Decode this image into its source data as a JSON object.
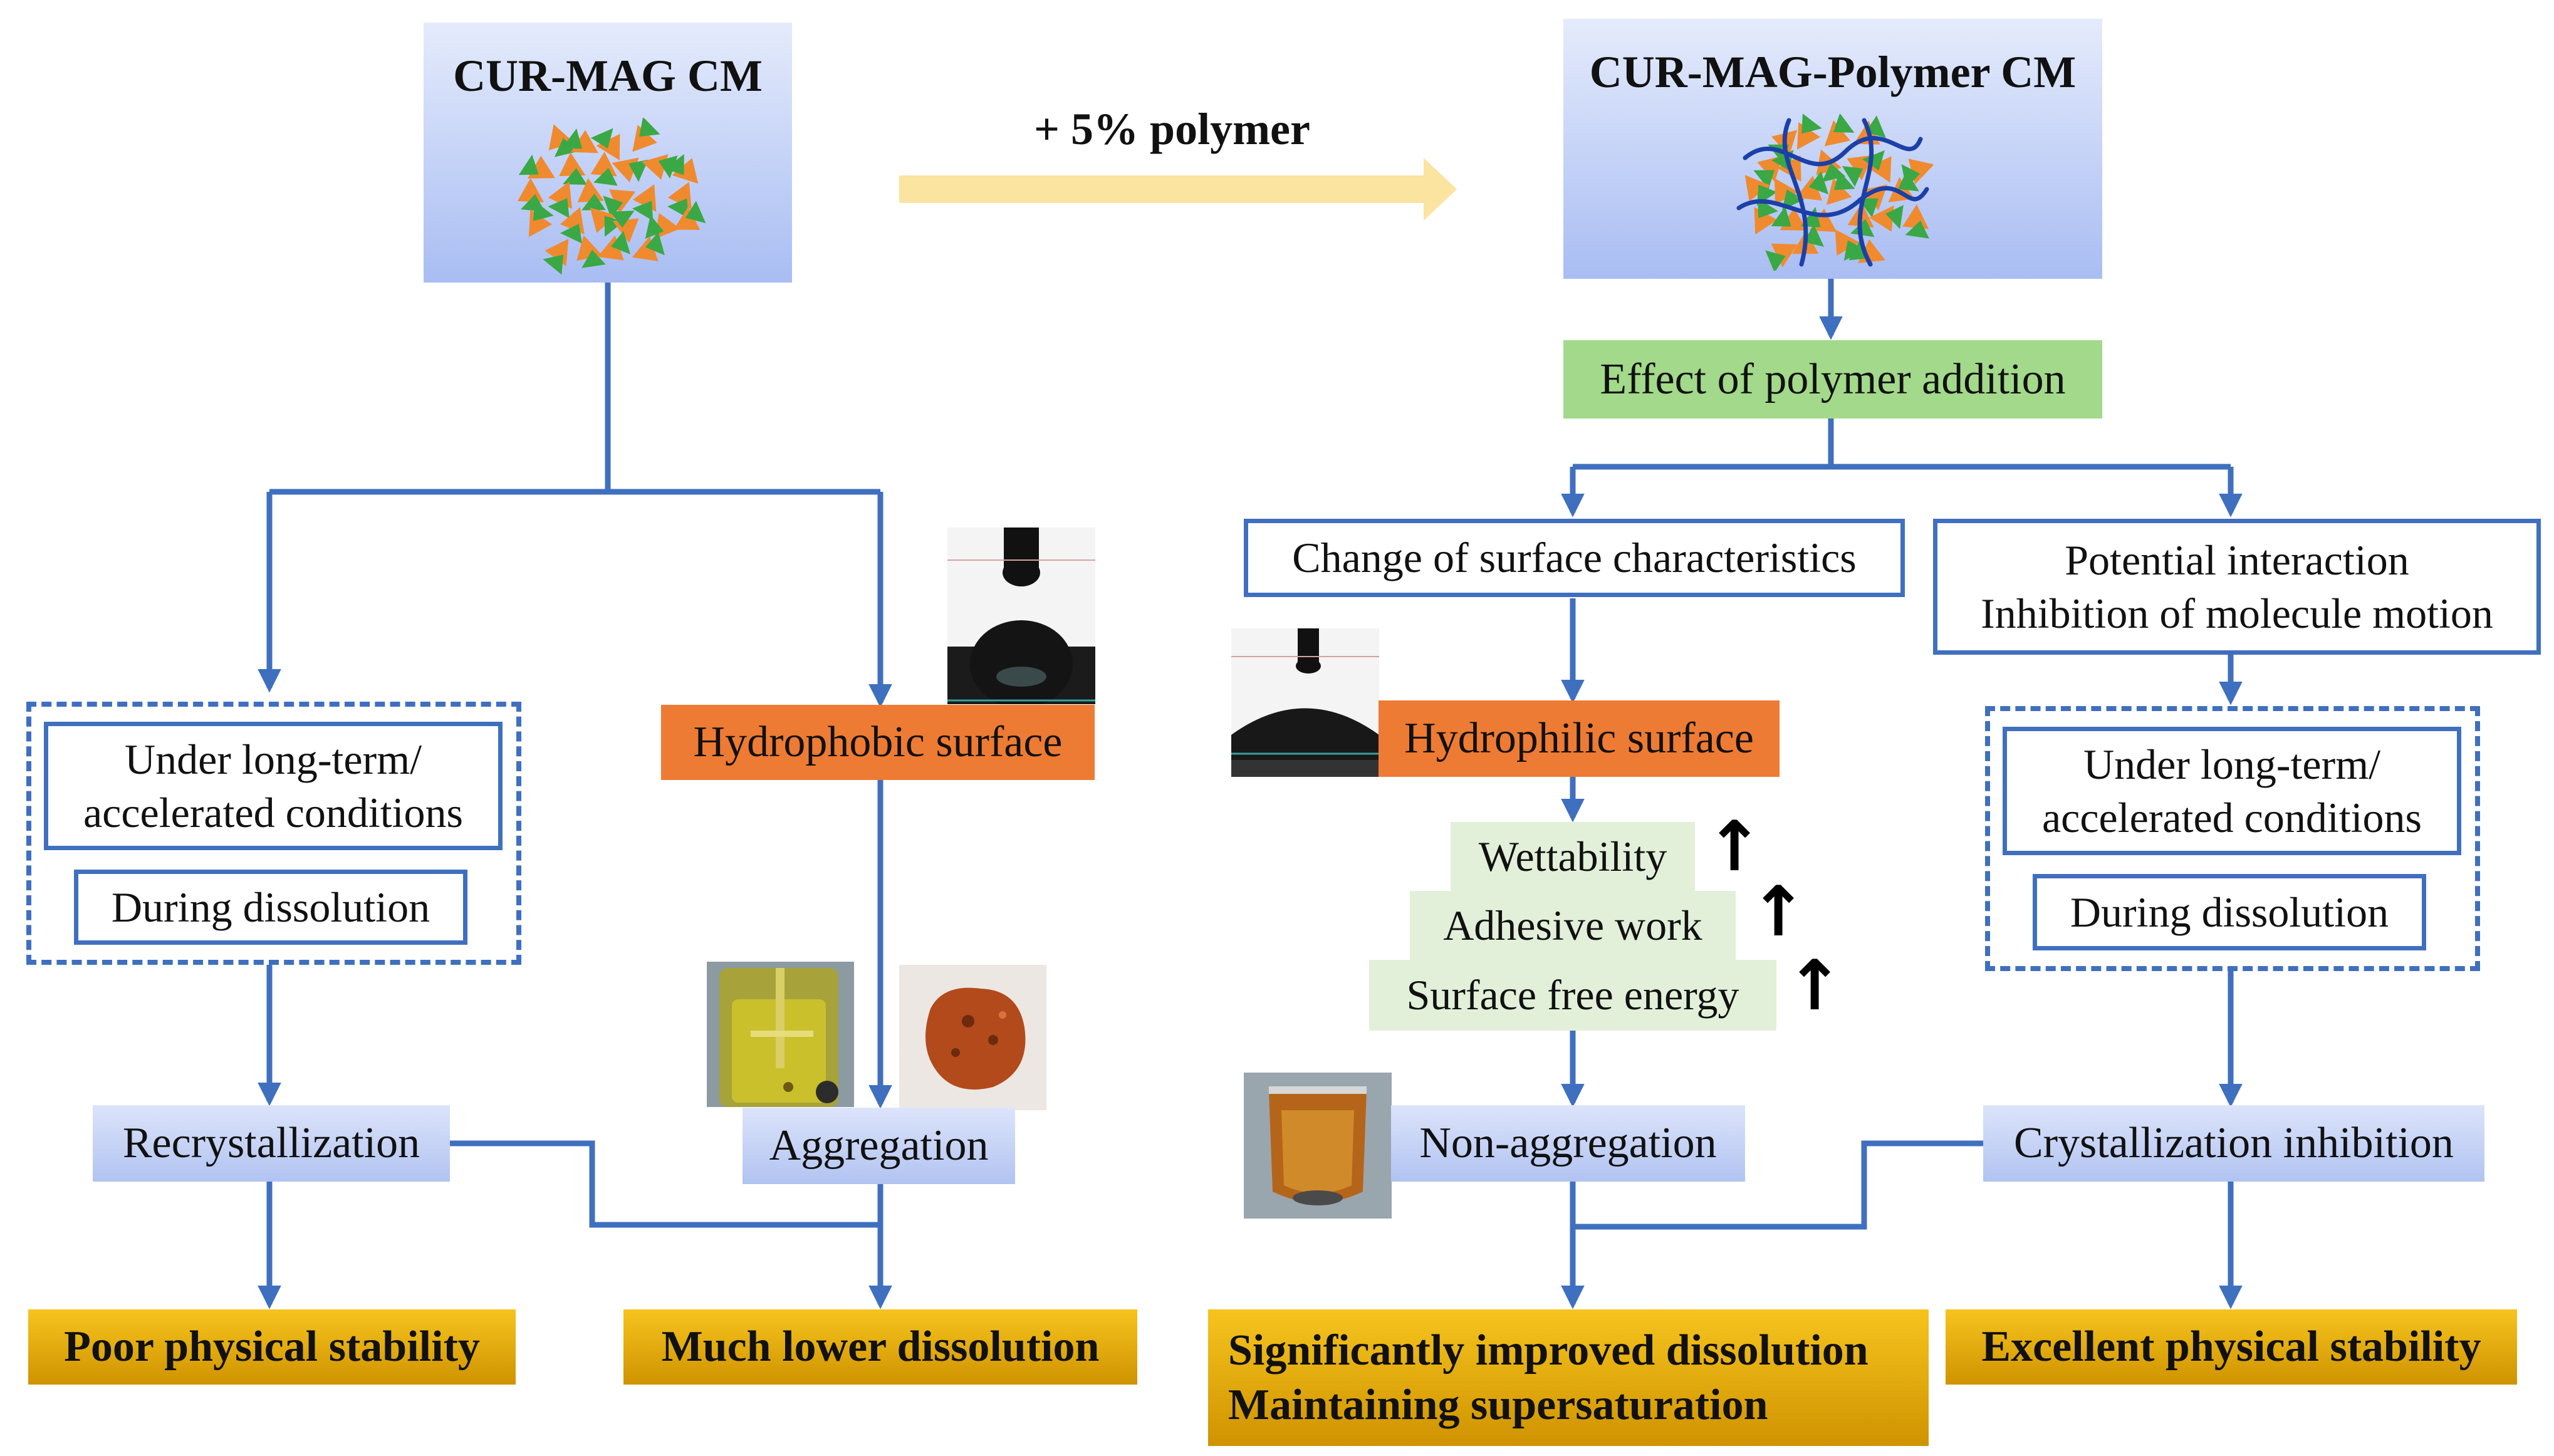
{
  "left_cm": {
    "title": "CUR-MAG CM"
  },
  "right_cm": {
    "title": "CUR-MAG-Polymer CM"
  },
  "transition_label": "+ 5% polymer",
  "left": {
    "conditions": {
      "long_term": "Under long-term/ accelerated conditions",
      "dissolution": "During dissolution"
    },
    "hydrophobic": "Hydrophobic surface",
    "recrystallization": "Recrystallization",
    "aggregation": "Aggregation",
    "poor_stability": "Poor physical stability",
    "lower_dissolution": "Much lower dissolution"
  },
  "right": {
    "effect": "Effect of polymer addition",
    "surface_change": "Change of surface characteristics",
    "interaction": {
      "line1": "Potential interaction",
      "line2": "Inhibition of molecule motion"
    },
    "hydrophilic": "Hydrophilic surface",
    "properties": [
      "Wettability",
      "Adhesive work",
      "Surface free energy"
    ],
    "conditions": {
      "long_term": "Under long-term/ accelerated conditions",
      "dissolution": "During dissolution"
    },
    "non_aggregation": "Non-aggregation",
    "cryst_inhibition": "Crystallization inhibition",
    "improved": {
      "line1": "Significantly improved dissolution",
      "line2": "Maintaining supersaturation"
    },
    "excellent_stability": "Excellent physical stability"
  },
  "colors": {
    "connector": "#3f6fbf",
    "orange": "#ee7b33",
    "green": "#a3d98a",
    "gold": "#f0b70f",
    "triangle_orange": "#f08a2e",
    "triangle_green": "#3aa845",
    "polymer_chain": "#1c3fa8"
  }
}
